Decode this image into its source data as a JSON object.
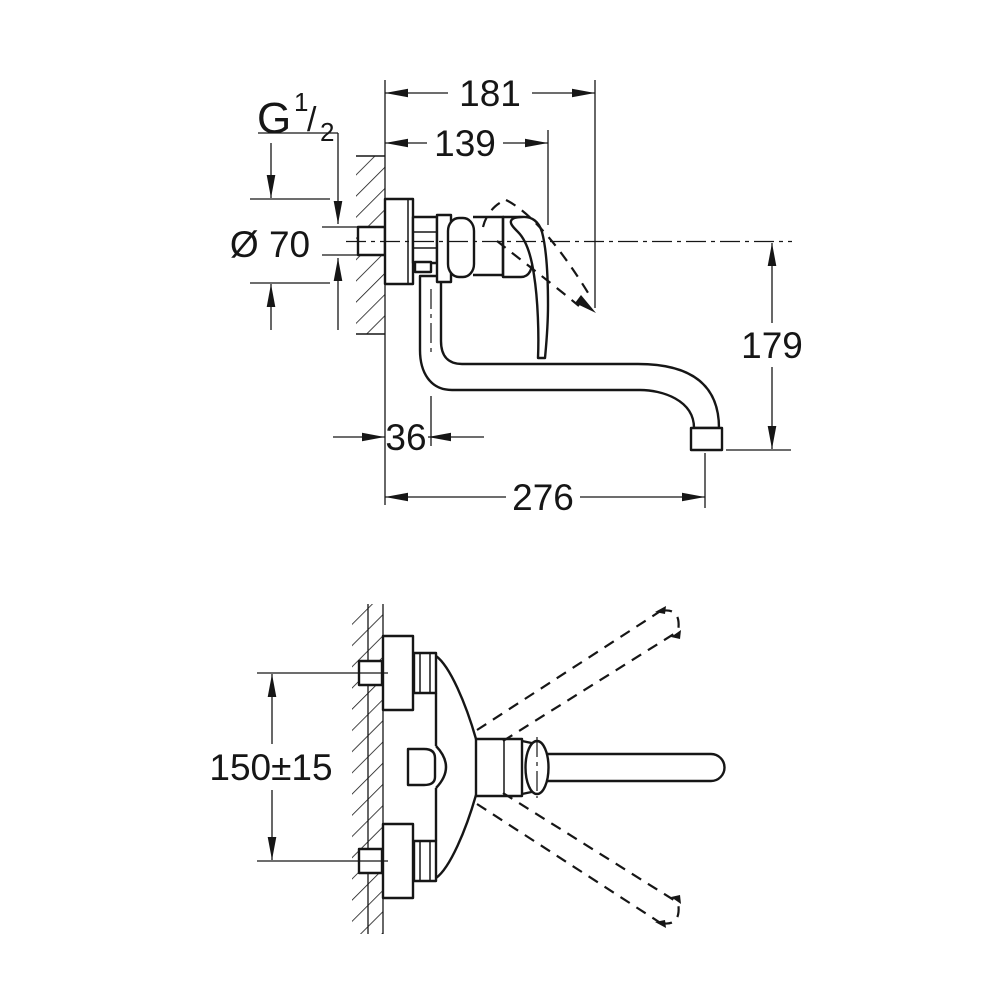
{
  "drawing": {
    "type": "technical-dimension-drawing",
    "subject": "wall-mounted single-lever sink mixer with swivel tubular spout",
    "colors": {
      "line": "#161616",
      "background": "#ffffff"
    },
    "views": {
      "side_view": "upper elevation view",
      "plan_view": "lower top view"
    },
    "dimensions": {
      "total_projection": "181",
      "body_projection": "139",
      "thread_label": {
        "base": "G",
        "numerator": "1",
        "slash": "/",
        "denominator": "2"
      },
      "escutcheon_diameter": "Ø 70",
      "outlet_drop": "179",
      "wall_to_riser": "36",
      "spout_reach": "276",
      "inlet_spacing": "150±15"
    }
  }
}
